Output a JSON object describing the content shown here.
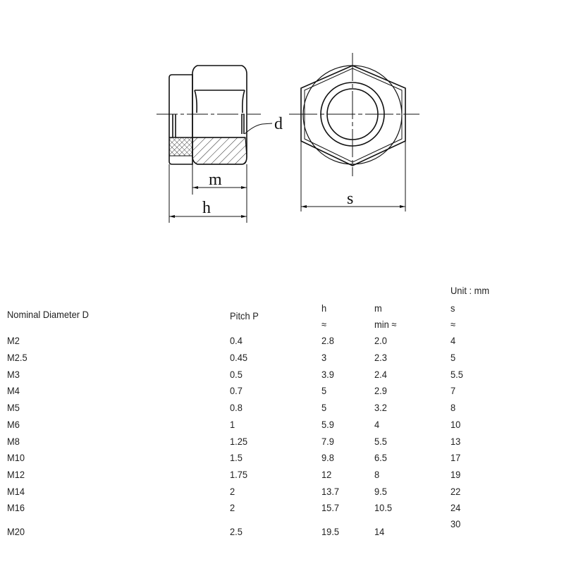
{
  "drawing": {
    "labels": {
      "d": "d",
      "m": "m",
      "h": "h",
      "s": "s"
    }
  },
  "table": {
    "unit": "Unit : mm",
    "headers": [
      {
        "line1": "Nominal Diameter D",
        "line2": ""
      },
      {
        "line1": "Pitch P",
        "line2": ""
      },
      {
        "line1": "h",
        "line2": "≈"
      },
      {
        "line1": "m",
        "line2": "min ≈"
      },
      {
        "line1": "s",
        "line2": "≈"
      }
    ],
    "rows": [
      [
        "M2",
        "0.4",
        "2.8",
        "2.0",
        "4"
      ],
      [
        "M2.5",
        "0.45",
        "3",
        "2.3",
        "5"
      ],
      [
        "M3",
        "0.5",
        "3.9",
        "2.4",
        "5.5"
      ],
      [
        "M4",
        "0.7",
        "5",
        "2.9",
        "7"
      ],
      [
        "M5",
        "0.8",
        "5",
        "3.2",
        "8"
      ],
      [
        "M6",
        "1",
        "5.9",
        "4",
        "10"
      ],
      [
        "M8",
        "1.25",
        "7.9",
        "5.5",
        "13"
      ],
      [
        "M10",
        "1.5",
        "9.8",
        "6.5",
        "17"
      ],
      [
        "M12",
        "1.75",
        "12",
        "8",
        "19"
      ],
      [
        "M14",
        "2",
        "13.7",
        "9.5",
        "22"
      ],
      [
        "M16",
        "2",
        "15.7",
        "10.5",
        "24"
      ],
      [
        "M20",
        "2.5",
        "19.5",
        "14",
        "30"
      ]
    ]
  }
}
